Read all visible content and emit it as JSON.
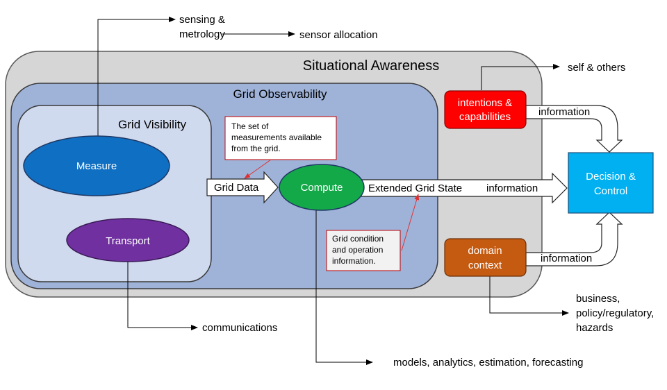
{
  "containers": {
    "situational_awareness": "Situational Awareness",
    "grid_observability": "Grid Observability",
    "grid_visibility": "Grid Visibility"
  },
  "nodes": {
    "measure": "Measure",
    "transport": "Transport",
    "compute": "Compute",
    "intentions": [
      "intentions &",
      "capabilities"
    ],
    "domain": [
      "domain",
      "context"
    ],
    "decision": [
      "Decision &",
      "Control"
    ]
  },
  "arrows": {
    "grid_data": "Grid Data",
    "extended_grid_state": "Extended Grid State",
    "information_main": "information",
    "information_top": "information",
    "information_bottom": "information"
  },
  "callouts": {
    "measurements": [
      "The set of",
      "measurements available",
      "from the grid."
    ],
    "grid_condition": [
      "Grid condition",
      "and operation",
      "information."
    ]
  },
  "outputs": {
    "sensing": [
      "sensing &",
      "metrology"
    ],
    "sensor_allocation": "sensor allocation",
    "self_others": "self & others",
    "communications": "communications",
    "models": "models, analytics, estimation, forecasting",
    "business": [
      "business,",
      "policy/regulatory,",
      "hazards"
    ]
  },
  "colors": {
    "situational_fill": "#d6d6d6",
    "observability_fill": "#9fb3d9",
    "visibility_fill": "#d0daef",
    "measure": "#0f6fc2",
    "transport": "#7030a0",
    "compute": "#13a848",
    "intentions": "#ff0000",
    "domain": "#c55a11",
    "decision": "#00b0f0",
    "callout_line": "#e03030"
  }
}
